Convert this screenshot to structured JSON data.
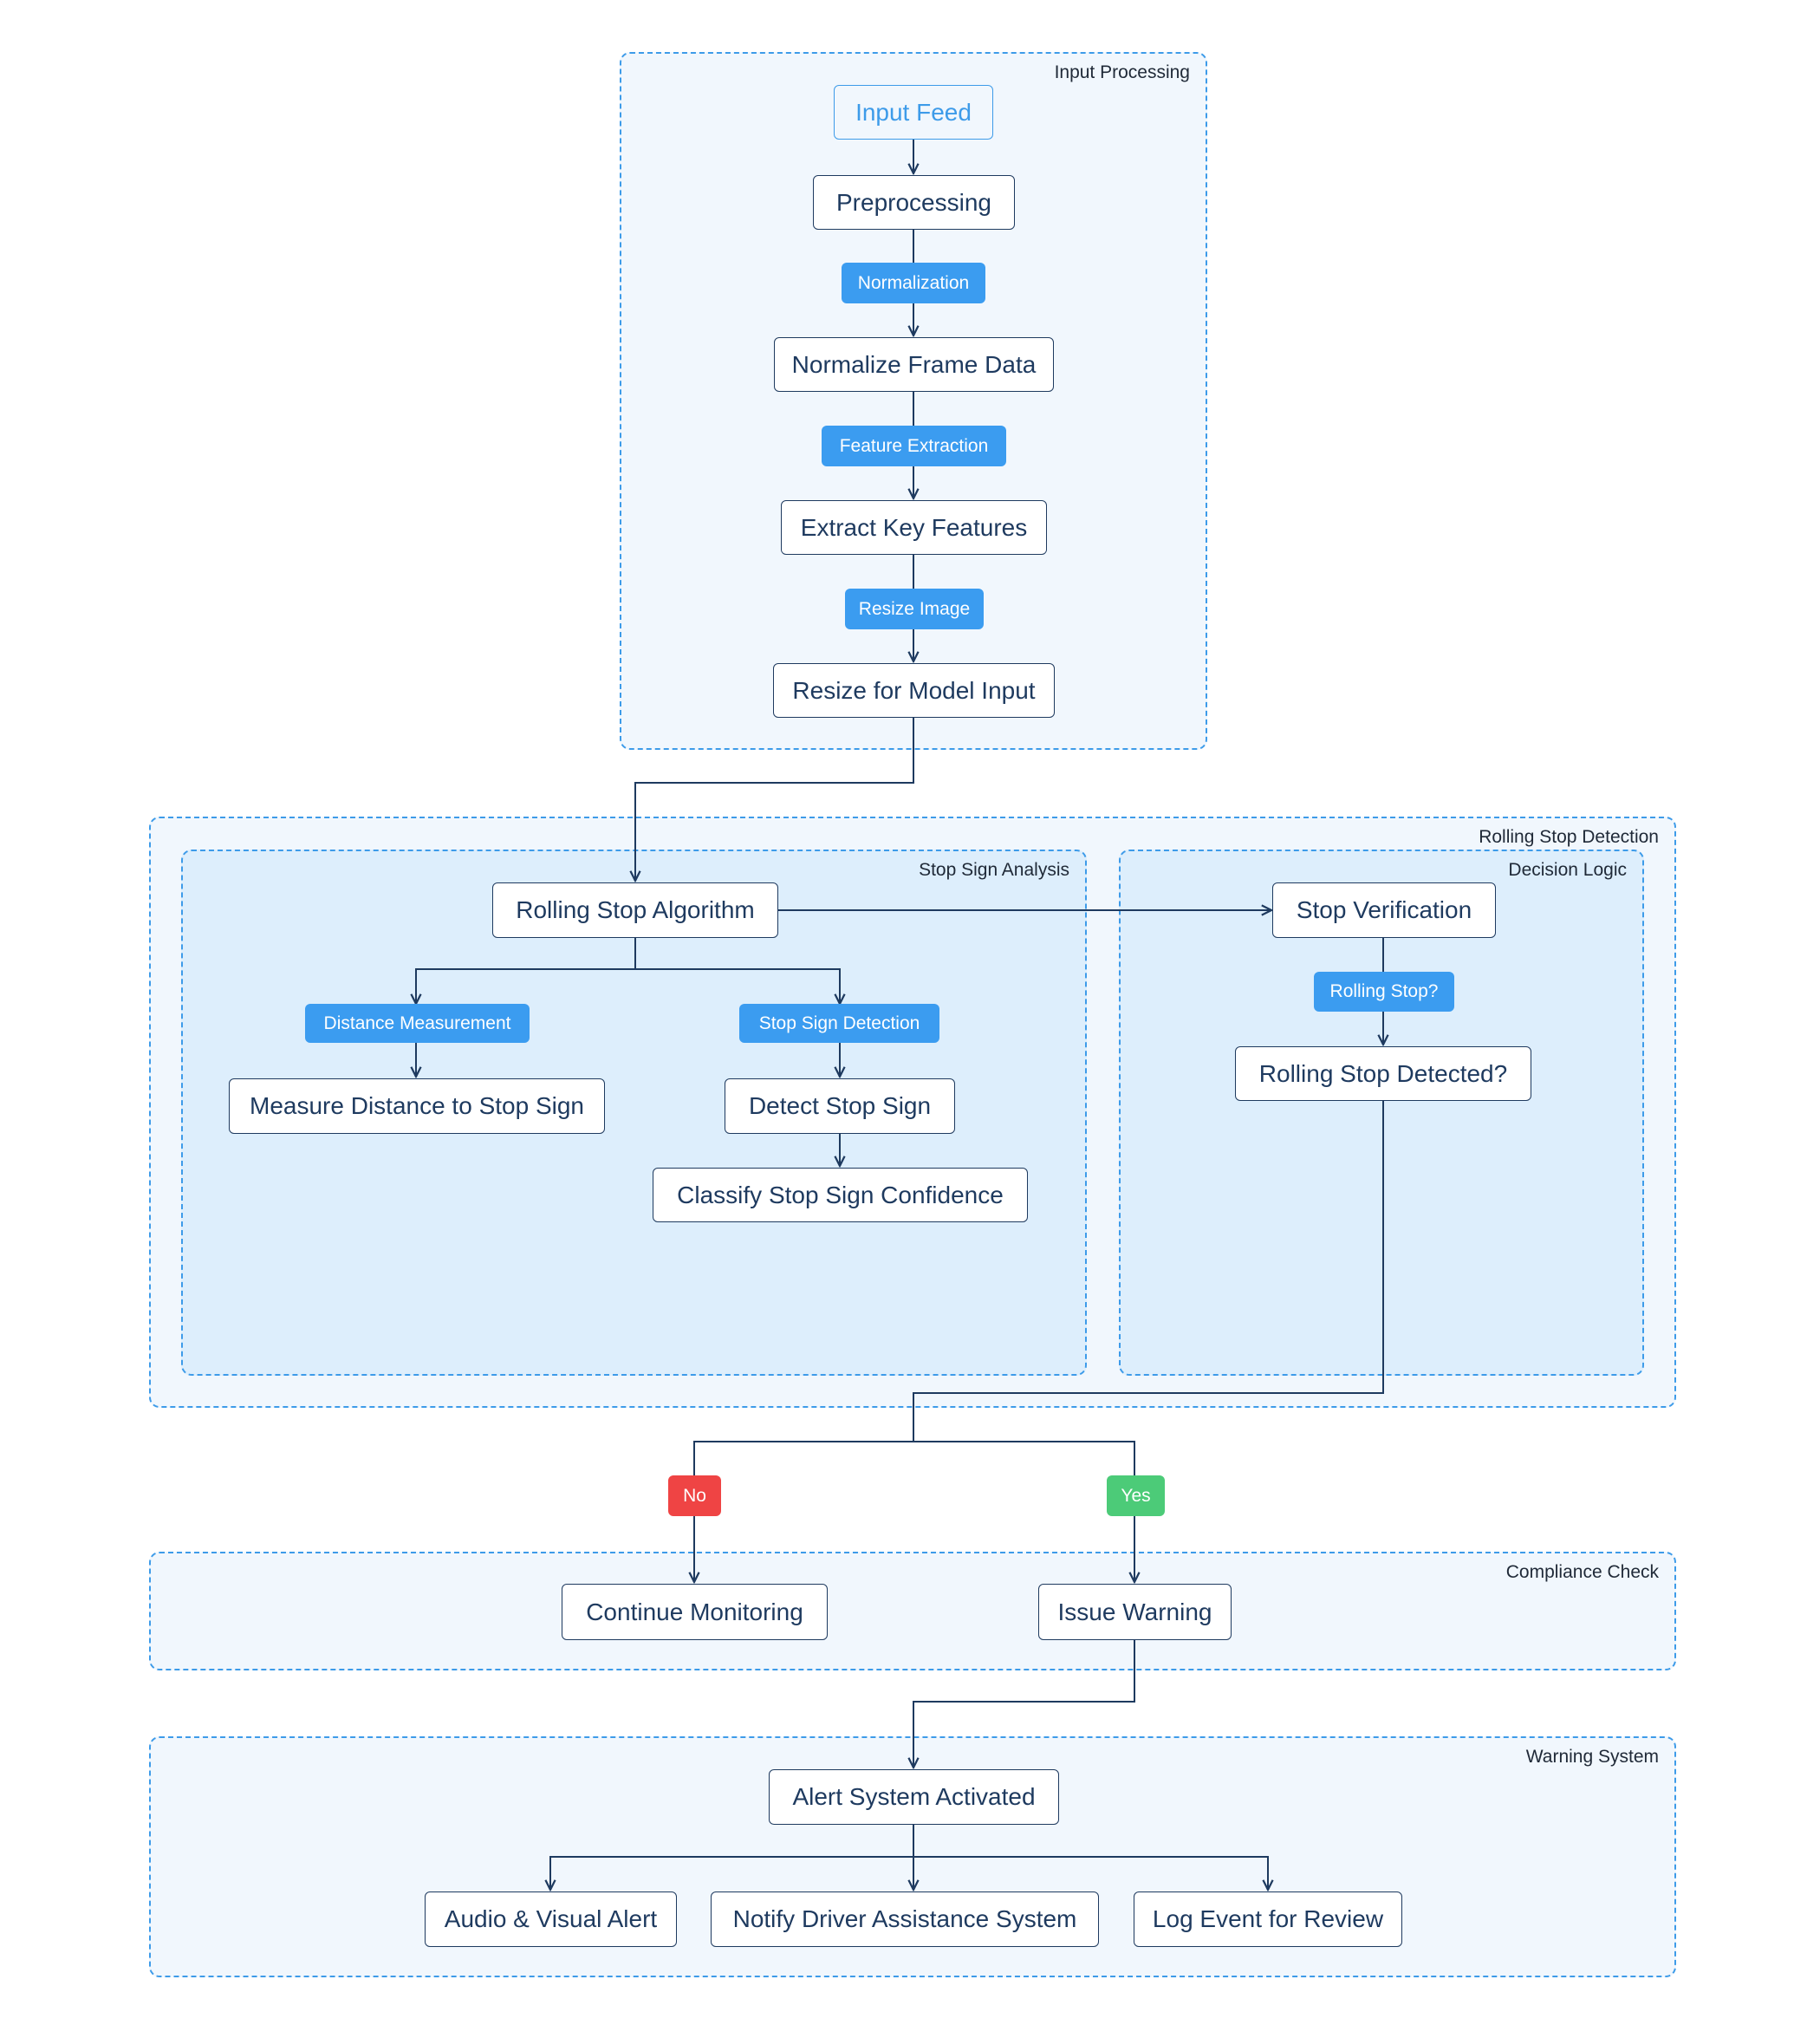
{
  "colors": {
    "group_border": "#3d9be9",
    "group_fill": "#f1f7fd",
    "inner_group_fill": "#ddeefc",
    "node_border": "#1e3a5f",
    "edge_label_fill": "#3b9cf0",
    "no_fill": "#ef4444",
    "yes_fill": "#4ccb78",
    "edge": "#1e3a5f"
  },
  "groups": {
    "input_processing": "Input Processing",
    "rolling_stop_detection": "Rolling Stop Detection",
    "stop_sign_analysis": "Stop  Sign Analysis",
    "decision_logic": "Decision Logic",
    "compliance_check": "Compliance Check",
    "warning_system": "Warning System"
  },
  "nodes": {
    "input_feed": "Input Feed",
    "preprocessing": "Preprocessing",
    "normalize_frame_data": "Normalize Frame Data",
    "extract_key_features": "Extract Key Features",
    "resize_for_model_input": "Resize for Model Input",
    "rolling_stop_algorithm": "Rolling Stop Algorithm",
    "measure_distance": "Measure Distance to Stop Sign",
    "detect_stop_sign": "Detect Stop Sign",
    "classify_confidence": "Classify Stop Sign Confidence",
    "stop_verification": "Stop Verification",
    "rolling_stop_detected": "Rolling Stop Detected?",
    "continue_monitoring": "Continue Monitoring",
    "issue_warning": "Issue Warning",
    "alert_system_activated": "Alert System Activated",
    "audio_visual_alert": "Audio & Visual Alert",
    "notify_driver_assistance": "Notify Driver Assistance System",
    "log_event": "Log Event for Review"
  },
  "edge_labels": {
    "normalization": "Normalization",
    "feature_extraction": "Feature Extraction",
    "resize_image": "Resize Image",
    "distance_measurement": "Distance Measurement",
    "stop_sign_detection": "Stop Sign Detection",
    "rolling_stop_q": "Rolling Stop?",
    "no": "No",
    "yes": "Yes"
  }
}
